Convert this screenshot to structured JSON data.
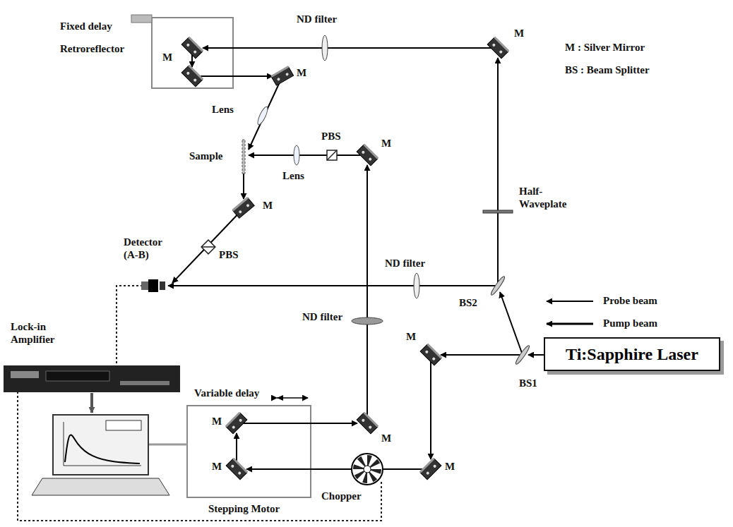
{
  "diagram": {
    "nodes": [
      {
        "text": [
          "Ti:Sapphire Laser"
        ]
      }
    ],
    "labels": [
      "ND filter",
      "M",
      "Fixed delay",
      "M",
      "Retroreflector",
      "M",
      "M : Silver Mirror",
      "BS : Beam Splitter",
      "Lens",
      "PBS",
      "M",
      "Sample",
      "Lens",
      "Half-Waveplate",
      "M",
      "Detector (A-B)",
      "PBS",
      "ND filter",
      "BS2",
      "ND filter",
      "Lock-in Amplifier",
      "M",
      "BS1",
      "Variable delay",
      "M",
      "M",
      "M",
      "M",
      "Chopper",
      "Stepping Motor"
    ],
    "legend": [
      {
        "text": "Probe beam"
      },
      {
        "text": "Pump beam"
      }
    ]
  }
}
